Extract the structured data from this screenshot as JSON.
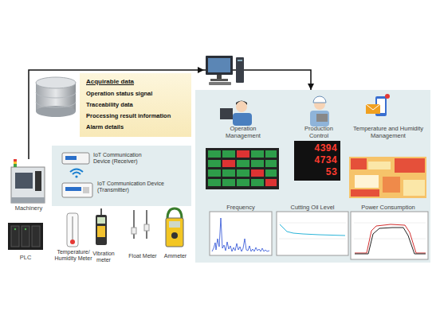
{
  "diagram": {
    "nodes": [
      {
        "text": [
          "Acquirable data",
          "Operation status signal",
          "Traceability data",
          "Processing result information",
          "Alarm details"
        ]
      },
      {
        "text": [
          "Machinery"
        ]
      },
      {
        "text": [
          "IoT Communication Device (Receiver)",
          "IoT Communication Device (Transmitter)"
        ]
      },
      {
        "text": [
          "Operation Management",
          "Production Control",
          "Temperature and Humidity Management",
          "Frequency",
          "Cutting Oil Level",
          "Power Consumption"
        ]
      }
    ],
    "edges": [
      {
        "from": 1,
        "to": 3,
        "arrow": "to"
      }
    ],
    "labels": [
      "PLC",
      "Temperature/ Humidity Meter",
      "Vibration meter",
      "Float Meter",
      "Ammeter",
      "4394",
      "4734",
      "53"
    ]
  }
}
